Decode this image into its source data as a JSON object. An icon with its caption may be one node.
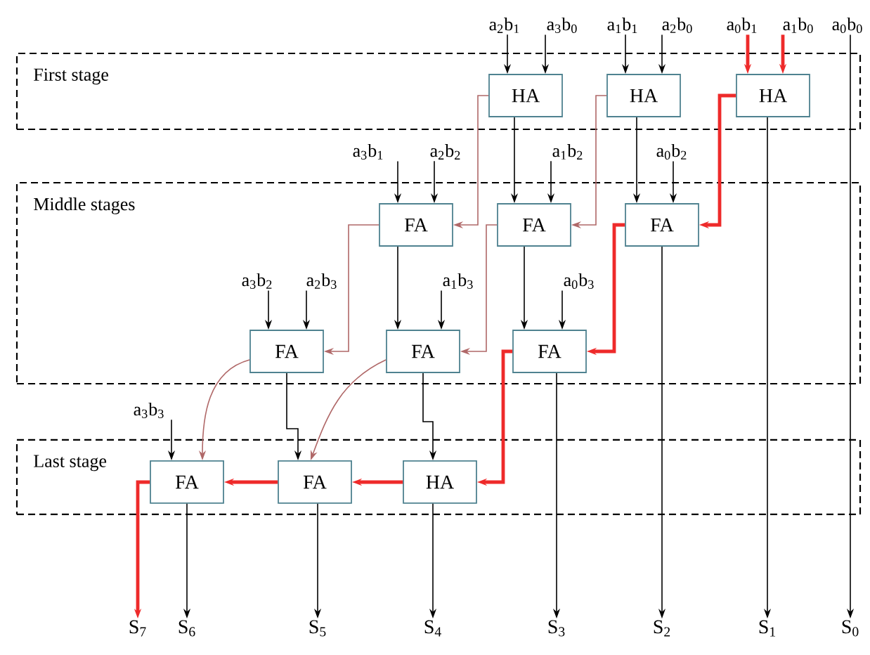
{
  "diagram": {
    "nodes": [
      {
        "text": [
          "First stage"
        ]
      },
      {
        "text": [
          "Middle stages"
        ]
      },
      {
        "text": [
          "Last stage"
        ]
      },
      {
        "text": [
          "HA"
        ],
        "in": 0
      },
      {
        "text": [
          "HA"
        ],
        "in": 0
      },
      {
        "text": [
          "HA"
        ],
        "in": 0
      },
      {
        "text": [
          "FA"
        ],
        "in": 1
      },
      {
        "text": [
          "FA"
        ],
        "in": 1
      },
      {
        "text": [
          "FA"
        ],
        "in": 1
      },
      {
        "text": [
          "FA"
        ],
        "in": 1
      },
      {
        "text": [
          "FA"
        ],
        "in": 1
      },
      {
        "text": [
          "FA"
        ],
        "in": 1
      },
      {
        "text": [
          "FA"
        ],
        "in": 2
      },
      {
        "text": [
          "FA"
        ],
        "in": 2
      },
      {
        "text": [
          "HA"
        ],
        "in": 2
      },
      {
        "text": [
          "a$_{2}$b$_{1}$"
        ]
      },
      {
        "text": [
          "a$_{3}$b$_{0}$"
        ]
      },
      {
        "text": [
          "a$_{1}$b$_{1}$"
        ]
      },
      {
        "text": [
          "a$_{2}$b$_{0}$"
        ]
      },
      {
        "text": [
          "a$_{0}$b$_{1}$"
        ]
      },
      {
        "text": [
          "a$_{1}$b$_{0}$"
        ]
      },
      {
        "text": [
          "a$_{0}$b$_{0}$"
        ]
      },
      {
        "text": [
          "a$_{3}$b$_{1}$"
        ]
      },
      {
        "text": [
          "a$_{2}$b$_{2}$"
        ]
      },
      {
        "text": [
          "a$_{1}$b$_{2}$"
        ]
      },
      {
        "text": [
          "a$_{0}$b$_{2}$"
        ]
      },
      {
        "text": [
          "a$_{3}$b$_{2}$"
        ],
        "in": 1
      },
      {
        "text": [
          "a$_{2}$b$_{3}$"
        ],
        "in": 1
      },
      {
        "text": [
          "a$_{1}$b$_{3}$"
        ],
        "in": 1
      },
      {
        "text": [
          "a$_{0}$b$_{3}$"
        ],
        "in": 1
      },
      {
        "text": [
          "a$_{3}$b$_{3}$"
        ]
      },
      {
        "text": [
          "S$_{7}$"
        ]
      },
      {
        "text": [
          "S$_{6}$"
        ]
      },
      {
        "text": [
          "S$_{5}$"
        ]
      },
      {
        "text": [
          "S$_{4}$"
        ]
      },
      {
        "text": [
          "S$_{3}$"
        ]
      },
      {
        "text": [
          "S$_{2}$"
        ]
      },
      {
        "text": [
          "S$_{1}$"
        ]
      },
      {
        "text": [
          "S$_{0}$"
        ]
      }
    ],
    "edges": [
      {
        "from": 15,
        "to": 3,
        "arrow": "to"
      },
      {
        "from": 16,
        "to": 3,
        "arrow": "to"
      },
      {
        "from": 17,
        "to": 4,
        "arrow": "to"
      },
      {
        "from": 18,
        "to": 4,
        "arrow": "to"
      },
      {
        "from": 19,
        "to": 5,
        "arrow": "to",
        "style": "thick",
        "color": "#ee2a2a"
      },
      {
        "from": 20,
        "to": 5,
        "arrow": "to",
        "style": "thick",
        "color": "#ee2a2a"
      },
      {
        "from": 21,
        "to": 38,
        "arrow": "to"
      },
      {
        "from": 22,
        "to": 6,
        "arrow": "to"
      },
      {
        "from": 23,
        "to": 6,
        "arrow": "to"
      },
      {
        "from": 24,
        "to": 7,
        "arrow": "to"
      },
      {
        "from": 25,
        "to": 8,
        "arrow": "to"
      },
      {
        "from": 26,
        "to": 9,
        "arrow": "to"
      },
      {
        "from": 27,
        "to": 9,
        "arrow": "to"
      },
      {
        "from": 28,
        "to": 10,
        "arrow": "to"
      },
      {
        "from": 29,
        "to": 11,
        "arrow": "to"
      },
      {
        "from": 30,
        "to": 12,
        "arrow": "to"
      },
      {
        "from": 3,
        "to": 7,
        "arrow": "to"
      },
      {
        "from": 4,
        "to": 8,
        "arrow": "to"
      },
      {
        "from": 5,
        "to": 37,
        "arrow": "to"
      },
      {
        "from": 6,
        "to": 10,
        "arrow": "to"
      },
      {
        "from": 7,
        "to": 11,
        "arrow": "to"
      },
      {
        "from": 8,
        "to": 36,
        "arrow": "to"
      },
      {
        "from": 9,
        "to": 13,
        "arrow": "to"
      },
      {
        "from": 10,
        "to": 14,
        "arrow": "to"
      },
      {
        "from": 11,
        "to": 35,
        "arrow": "to"
      },
      {
        "from": 12,
        "to": 32,
        "arrow": "to"
      },
      {
        "from": 13,
        "to": 33,
        "arrow": "to"
      },
      {
        "from": 14,
        "to": 34,
        "arrow": "to"
      },
      {
        "from": 3,
        "to": 6,
        "arrow": "to",
        "color": "#b06868"
      },
      {
        "from": 4,
        "to": 7,
        "arrow": "to",
        "color": "#b06868"
      },
      {
        "from": 5,
        "to": 8,
        "arrow": "to",
        "style": "thick",
        "color": "#ee2a2a"
      },
      {
        "from": 6,
        "to": 9,
        "arrow": "to",
        "color": "#b06868"
      },
      {
        "from": 7,
        "to": 10,
        "arrow": "to",
        "color": "#b06868"
      },
      {
        "from": 8,
        "to": 11,
        "arrow": "to",
        "style": "thick",
        "color": "#ee2a2a"
      },
      {
        "from": 9,
        "to": 12,
        "arrow": "to",
        "color": "#b06868"
      },
      {
        "from": 10,
        "to": 13,
        "arrow": "to",
        "color": "#b06868"
      },
      {
        "from": 11,
        "to": 14,
        "arrow": "to",
        "style": "thick",
        "color": "#ee2a2a"
      },
      {
        "from": 14,
        "to": 13,
        "arrow": "to",
        "style": "thick",
        "color": "#ee2a2a"
      },
      {
        "from": 13,
        "to": 12,
        "arrow": "to",
        "style": "thick",
        "color": "#ee2a2a"
      },
      {
        "from": 12,
        "to": 31,
        "arrow": "to",
        "style": "thick",
        "color": "#ee2a2a"
      }
    ]
  }
}
